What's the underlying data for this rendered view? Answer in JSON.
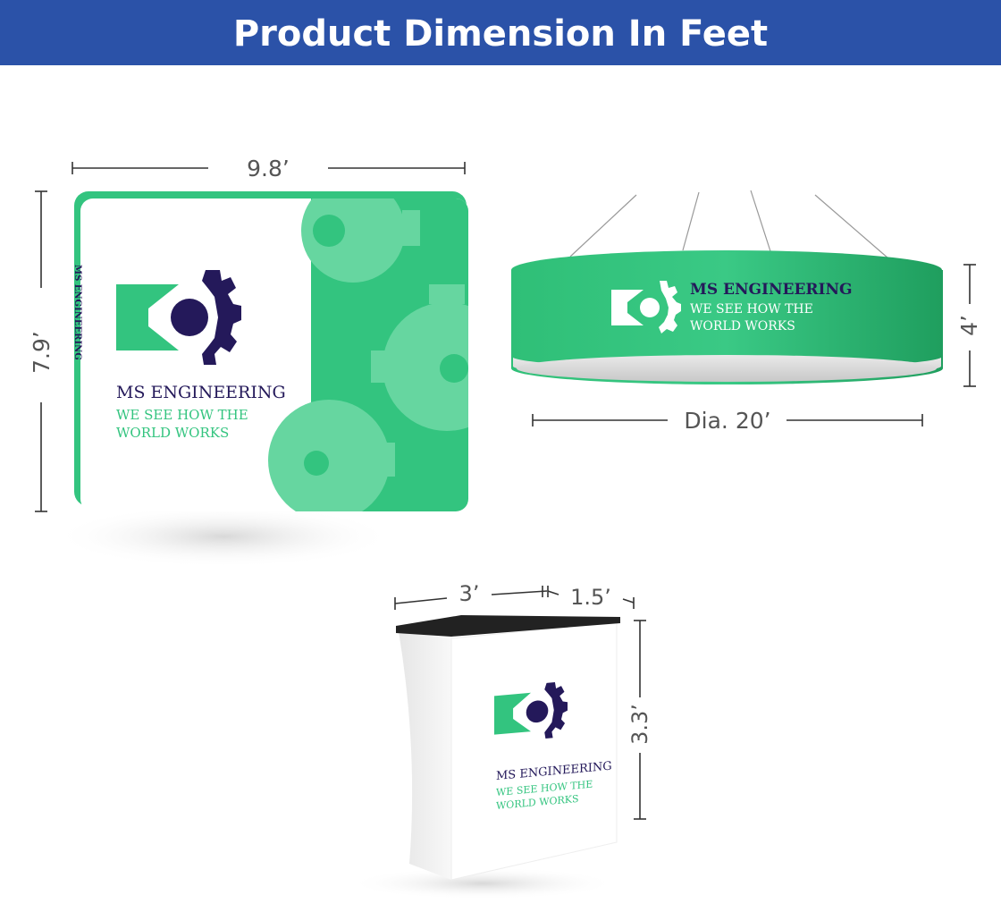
{
  "header": {
    "title": "Product Dimension In Feet"
  },
  "colors": {
    "banner": "#2b52a8",
    "brand_green": "#33c47f",
    "light_green": "#66d6a0",
    "dark_navy": "#24195a",
    "dimension_lines": "#333333"
  },
  "products": {
    "backwall": {
      "width_label": "9.8’",
      "height_label": "7.9’",
      "side_text": "MS ENGINEERING"
    },
    "hanging_sign": {
      "height_label": "4’",
      "diameter_label": "Dia. 20’"
    },
    "counter": {
      "width_label": "3’",
      "depth_label": "1.5’",
      "height_label": "3.3’"
    }
  },
  "brand": {
    "name": "MS ENGINEERING",
    "tagline_line1": "WE SEE HOW THE",
    "tagline_line2": "WORLD WORKS"
  },
  "icons": [
    "eye-gear-logo-icon",
    "gear-pattern-icon"
  ]
}
